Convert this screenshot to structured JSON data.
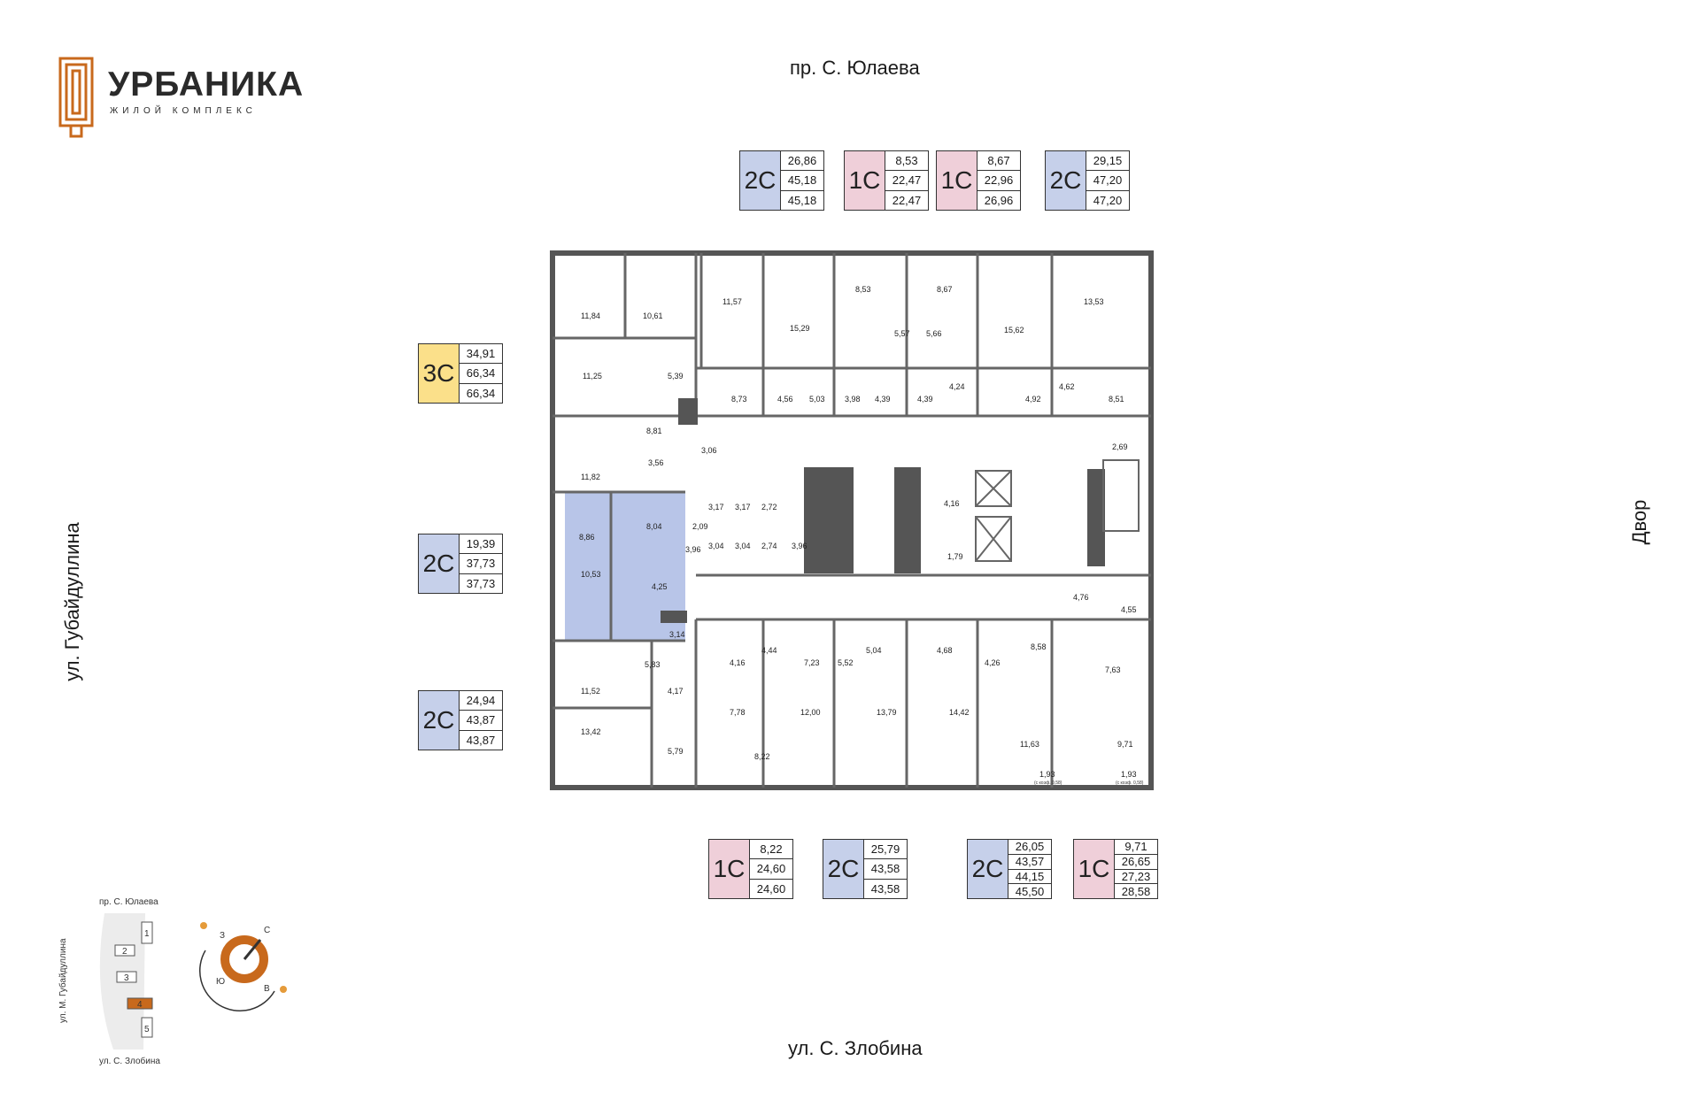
{
  "logo": {
    "title": "УРБАНИКА",
    "subtitle": "ЖИЛОЙ КОМПЛЕКС",
    "color": "#c8691c"
  },
  "streets": {
    "top": "пр. С. Юлаева",
    "bottom": "ул. С. Злобина",
    "left": "ул. Губайдуллина",
    "right": "Двор"
  },
  "apartments": [
    {
      "type": "2С",
      "color": "blue",
      "values": [
        "26,86",
        "45,18",
        "45,18"
      ]
    },
    {
      "type": "1С",
      "color": "pink",
      "values": [
        "8,53",
        "22,47",
        "22,47"
      ]
    },
    {
      "type": "1С",
      "color": "pink",
      "values": [
        "8,67",
        "22,96",
        "26,96"
      ]
    },
    {
      "type": "2С",
      "color": "blue",
      "values": [
        "29,15",
        "47,20",
        "47,20"
      ]
    },
    {
      "type": "3С",
      "color": "yellow",
      "values": [
        "34,91",
        "66,34",
        "66,34"
      ]
    },
    {
      "type": "2С",
      "color": "blue",
      "values": [
        "19,39",
        "37,73",
        "37,73"
      ]
    },
    {
      "type": "2С",
      "color": "blue",
      "values": [
        "24,94",
        "43,87",
        "43,87"
      ]
    },
    {
      "type": "1С",
      "color": "pink",
      "values": [
        "8,22",
        "24,60",
        "24,60"
      ]
    },
    {
      "type": "2С",
      "color": "blue",
      "values": [
        "25,79",
        "43,58",
        "43,58"
      ]
    },
    {
      "type": "2С",
      "color": "blue",
      "values": [
        "26,05",
        "43,57",
        "44,15",
        "45,50"
      ]
    },
    {
      "type": "1С",
      "color": "pink",
      "values": [
        "9,71",
        "26,65",
        "27,23",
        "28,58"
      ]
    }
  ],
  "rooms": [
    "11,84",
    "10,61",
    "11,57",
    "15,29",
    "8,53",
    "8,67",
    "15,62",
    "13,53",
    "5,57",
    "5,66",
    "11,25",
    "5,39",
    "8,73",
    "4,56",
    "5,03",
    "3,98",
    "4,39",
    "4,39",
    "4,24",
    "4,92",
    "4,62",
    "8,51",
    "8,81",
    "3,06",
    "2,69",
    "11,82",
    "3,56",
    "3,17",
    "3,17",
    "2,72",
    "4,16",
    "8,86",
    "8,04",
    "2,09",
    "3,04",
    "3,04",
    "2,74",
    "3,96",
    "1,79",
    "3,96",
    "10,53",
    "4,25",
    "4,76",
    "4,55",
    "3,14",
    "5,83",
    "4,16",
    "4,44",
    "7,23",
    "5,52",
    "5,04",
    "4,68",
    "4,26",
    "8,58",
    "11,52",
    "4,17",
    "7,63",
    "7,78",
    "12,00",
    "13,79",
    "14,42",
    "13,42",
    "11,63",
    "9,71",
    "5,79",
    "8,22",
    "1,93",
    "1,93"
  ],
  "balcony_note": "(с коэф. 0,58)",
  "minimap": {
    "top_street": "пр. С. Юлаева",
    "bottom_street": "ул. С. Злобина",
    "left_street": "ул. М. Губайдуллина",
    "buildings": [
      "1",
      "2",
      "3",
      "4",
      "5"
    ],
    "current": "4"
  },
  "compass": {
    "n": "С",
    "s": "Ю",
    "w": "З",
    "e": "В"
  }
}
